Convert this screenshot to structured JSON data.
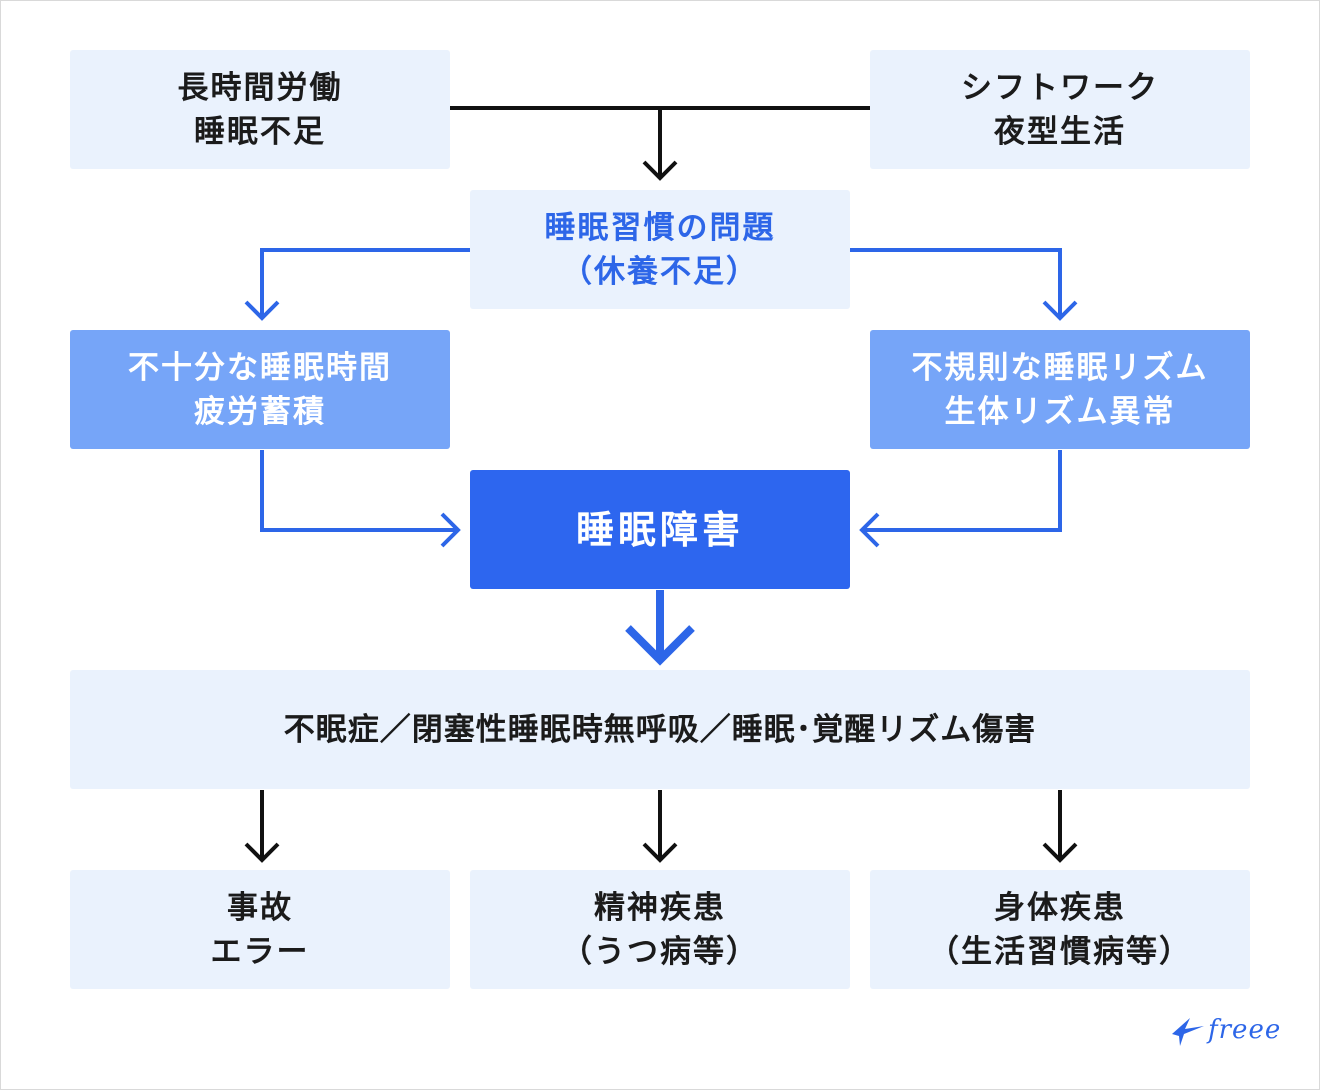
{
  "boxes": {
    "cause_left": {
      "line1": "長時間労働",
      "line2": "睡眠不足"
    },
    "cause_right": {
      "line1": "シフトワーク",
      "line2": "夜型生活"
    },
    "habit": {
      "line1": "睡眠習慣の問題",
      "line2": "（休養不足）"
    },
    "short_sleep": {
      "line1": "不十分な睡眠時間",
      "line2": "疲労蓄積"
    },
    "irregular": {
      "line1": "不規則な睡眠リズム",
      "line2": "生体リズム異常"
    },
    "disorder": {
      "line1": "睡眠障害"
    },
    "disorder_types": {
      "line1": "不眠症／閉塞性睡眠時無呼吸／睡眠･覚醒リズム傷害"
    },
    "outcome_accident": {
      "line1": "事故",
      "line2": "エラー"
    },
    "outcome_mental": {
      "line1": "精神疾患",
      "line2": "（うつ病等）"
    },
    "outcome_physical": {
      "line1": "身体疾患",
      "line2": "（生活習慣病等）"
    }
  },
  "logo": {
    "text": "freee"
  },
  "colors": {
    "light_fill": "#eaf2fd",
    "mid_fill": "#76a5f8",
    "strong_fill": "#2d66ef",
    "accent_text": "#2d66e8",
    "dark_text": "#1b1b1b",
    "black_arrow": "#111111",
    "blue_arrow": "#2d66e8"
  }
}
